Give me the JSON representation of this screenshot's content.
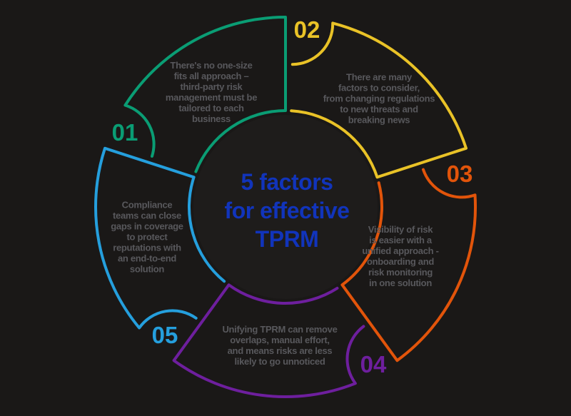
{
  "background_color": "#1a1817",
  "center_circle_color": "#1e1c1b",
  "caption_text_color": "#58585c",
  "title": {
    "lines": [
      "5 factors",
      "for effective",
      "TPRM"
    ],
    "color": "#1134bb"
  },
  "segments": [
    {
      "number": "01",
      "color": "#0a9d74",
      "lines": [
        "There's no one-size",
        "fits all approach –",
        "third-party risk",
        "management must be",
        "tailored to each",
        "business"
      ]
    },
    {
      "number": "02",
      "color": "#e9c227",
      "lines": [
        "There are many",
        "factors to consider,",
        "from changing regulations",
        "to new threats and",
        "breaking news"
      ]
    },
    {
      "number": "03",
      "color": "#e2540a",
      "lines": [
        "Visibility of risk",
        "is easier with a",
        "unified approach -",
        "onboarding and",
        "risk monitoring",
        "in one solution"
      ]
    },
    {
      "number": "04",
      "color": "#6e1f9e",
      "lines": [
        "Unifying TPRM can remove",
        "overlaps, manual effort,",
        "and means risks are less",
        "likely to go unnoticed"
      ]
    },
    {
      "number": "05",
      "color": "#259fdd",
      "lines": [
        "Compliance",
        "teams can close",
        "gaps in coverage",
        "to protect",
        "reputations with",
        "an end-to-end",
        "solution"
      ]
    }
  ]
}
